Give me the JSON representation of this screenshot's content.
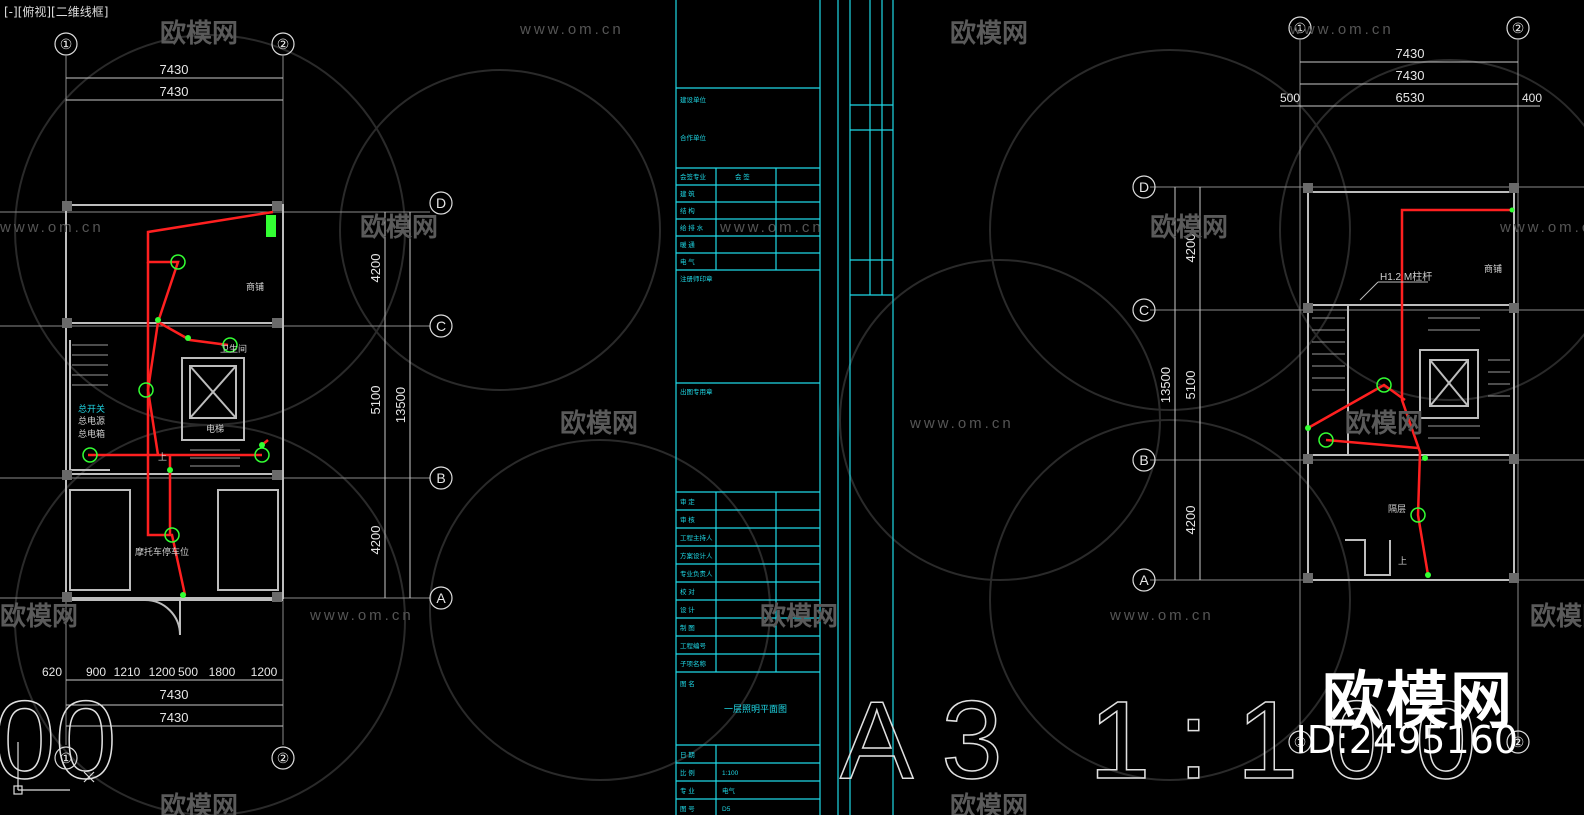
{
  "viewport": {
    "label": "[-][俯视][二维线框]"
  },
  "watermark": {
    "brand": "欧模网",
    "site": "www.om.cn",
    "id": "ID:2495160"
  },
  "big_text": "A3 1:100",
  "left_plan": {
    "top_dims": [
      "7430",
      "7430"
    ],
    "bottom_dims": [
      "620",
      "900",
      "1210",
      "1200",
      "500",
      "1800",
      "1200"
    ],
    "bottom_totals": [
      "7430",
      "7430"
    ],
    "axes_cols": [
      "①",
      "②"
    ],
    "axes_rows": [
      "D",
      "C",
      "B",
      "A"
    ],
    "right_dims": [
      "4200",
      "5100",
      "4200"
    ],
    "total_dim": "13500",
    "room_labels": [
      "商铺",
      "卫生间",
      "电梯",
      "上",
      "摩托车停车位",
      "总开关",
      "总电源",
      "总电箱"
    ]
  },
  "right_plan": {
    "top_dims": [
      "7430",
      "7430"
    ],
    "sub_dims": [
      "500",
      "6530",
      "400"
    ],
    "axes_cols": [
      "①",
      "②"
    ],
    "axes_rows": [
      "D",
      "C",
      "B",
      "A"
    ],
    "left_dims": [
      "4200",
      "5100",
      "4200"
    ],
    "total_dim": "13500",
    "notes": [
      "H1.2 M柱杆",
      "商铺",
      "隔层",
      "上"
    ]
  },
  "title_block": {
    "rows_top": [
      "建设单位",
      "合作单位"
    ],
    "signoff_header": [
      "会签专业",
      "会   签"
    ],
    "signoff": [
      "建  筑",
      "结  构",
      "给 排 水",
      "暖  通",
      "电  气"
    ],
    "section_notes": [
      "注册师印章",
      "出图专用章"
    ],
    "people": [
      "审  定",
      "审  核",
      "工程主持人",
      "方案设计人",
      "专业负责人",
      "校  对",
      "设  计",
      "制  图",
      "工程编号",
      "子项名称"
    ],
    "drawing_label": "图   名",
    "drawing_name": "一层照明平面图",
    "bottom_rows": [
      {
        "k": "日  期",
        "v": ""
      },
      {
        "k": "比  例",
        "v": "1:100"
      },
      {
        "k": "专  业",
        "v": "电气"
      },
      {
        "k": "图  号",
        "v": "D5"
      }
    ]
  },
  "colors": {
    "grid": "#8a8a8a",
    "wall": "#bdbdbd",
    "cyan": "#1fd8e6",
    "red": "#ff2020",
    "green": "#33ff33"
  }
}
